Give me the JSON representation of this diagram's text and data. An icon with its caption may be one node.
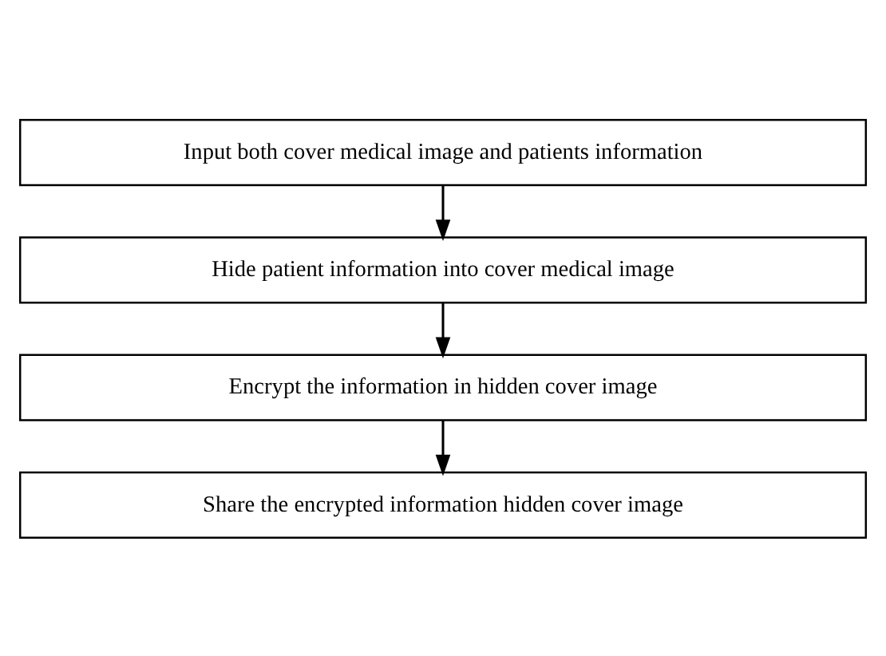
{
  "diagram": {
    "nodes": [
      {
        "text": [
          "Input both cover medical image and patients information"
        ]
      },
      {
        "text": [
          "Hide patient information into cover medical image"
        ]
      },
      {
        "text": [
          "Encrypt the information in hidden cover image"
        ]
      },
      {
        "text": [
          "Share the encrypted information hidden cover image"
        ]
      }
    ],
    "edges": [
      {
        "from": 0,
        "to": 1,
        "arrow": "to"
      },
      {
        "from": 1,
        "to": 2,
        "arrow": "to"
      },
      {
        "from": 2,
        "to": 3,
        "arrow": "to"
      }
    ]
  }
}
